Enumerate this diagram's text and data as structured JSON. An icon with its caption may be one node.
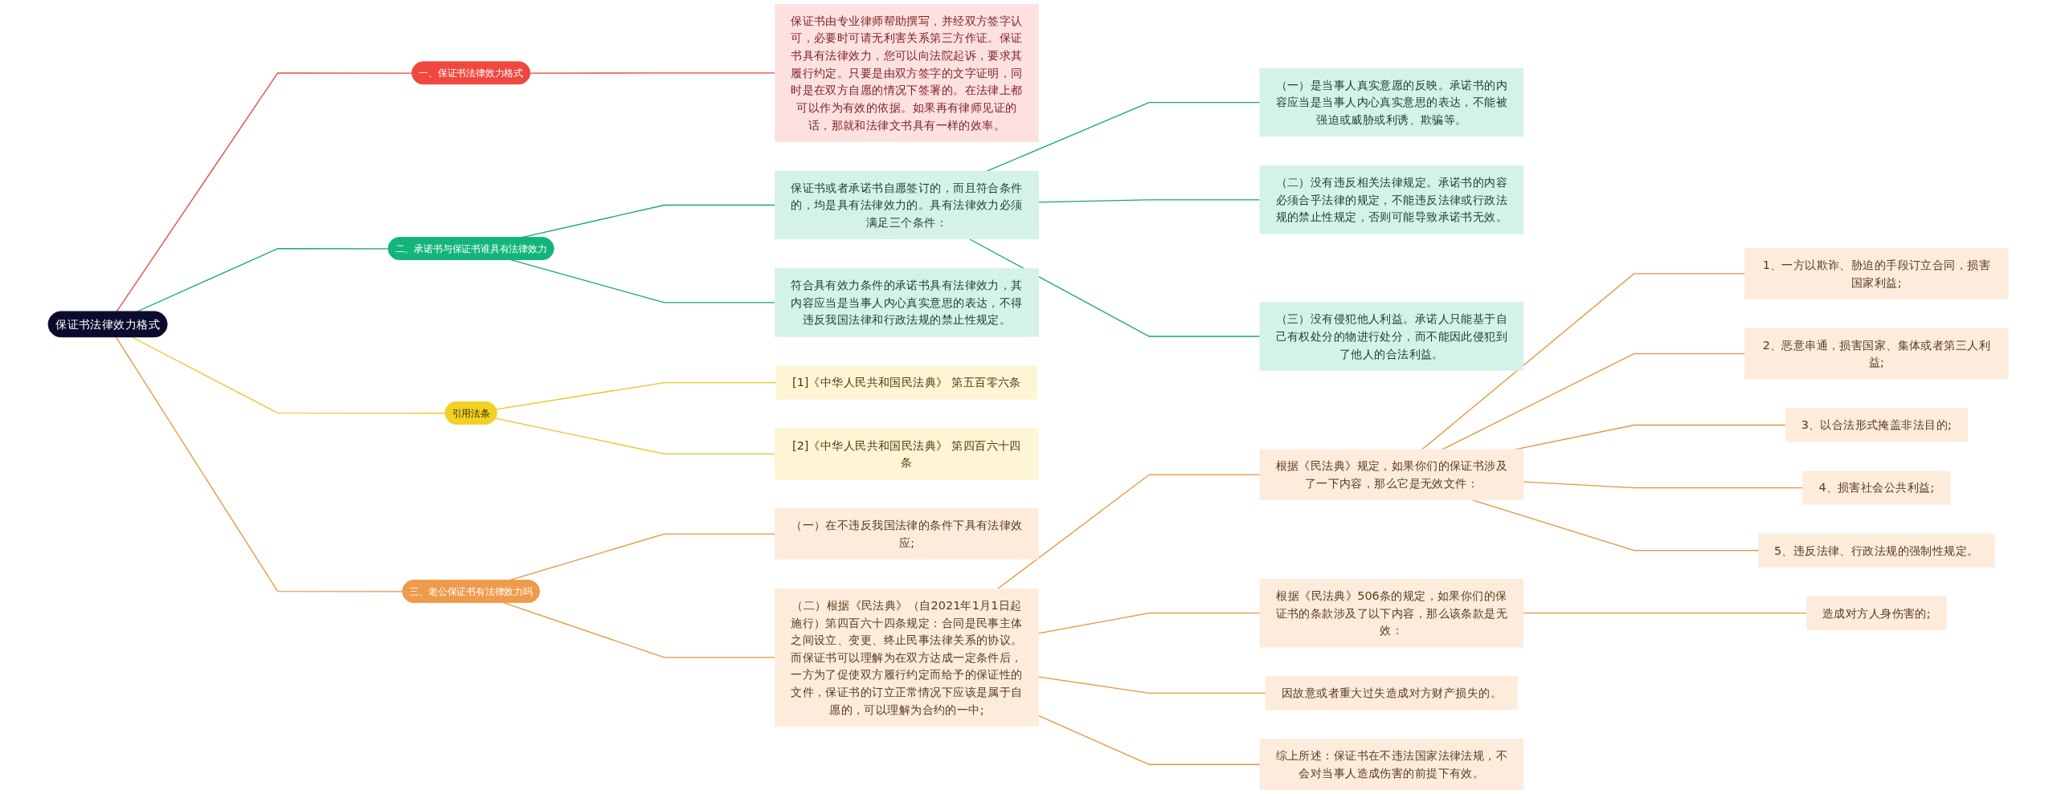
{
  "diagram": {
    "nodes": [
      {
        "text": [
          "保证书法律效力格式"
        ]
      },
      {
        "text": [
          "一、保证书法律效力格式"
        ]
      },
      {
        "text": [
          "保证书由专业律师帮助撰写，并经双方签字认可，必要时可请无利害关系第三方作证。保证书具有法律效力，您可以向法院起诉，要求其履行约定。只要是由双方签字的文字证明，同时是在双方自愿的情况下签署的。在法律上都可以作为有效的依据。如果再有律师见证的话，那就和法律文书具有一样的效率。"
        ]
      },
      {
        "text": [
          "二、承诺书与保证书谁具有法律效力"
        ]
      },
      {
        "text": [
          "保证书或者承诺书自愿签订的，而且符合条件的，均是具有法律效力的。具有法律效力必须满足三个条件："
        ]
      },
      {
        "text": [
          "（一）是当事人真实意愿的反映。承诺书的内容应当是当事人内心真实意思的表达，不能被强迫或威胁或利诱、欺骗等。"
        ]
      },
      {
        "text": [
          "（二）没有违反相关法律规定。承诺书的内容必须合乎法律的规定，不能违反法律或行政法规的禁止性规定，否则可能导致承诺书无效。"
        ]
      },
      {
        "text": [
          "（三）没有侵犯他人利益。承诺人只能基于自己有权处分的物进行处分，而不能因此侵犯到了他人的合法利益。"
        ]
      },
      {
        "text": [
          "符合具有效力条件的承诺书具有法律效力，其内容应当是当事人内心真实意思的表达，不得违反我国法律和行政法规的禁止性规定。"
        ]
      },
      {
        "text": [
          "引用法条"
        ]
      },
      {
        "text": [
          "[1]《中华人民共和国民法典》 第五百零六条"
        ]
      },
      {
        "text": [
          "[2]《中华人民共和国民法典》 第四百六十四条"
        ]
      },
      {
        "text": [
          "三、老公保证书有法律效力吗"
        ]
      },
      {
        "text": [
          "（一）在不违反我国法律的条件下具有法律效应;"
        ]
      },
      {
        "text": [
          "（二）根据《民法典》（自2021年1月1日起施行）第四百六十四条规定：合同是民事主体之间设立、变更、终止民事法律关系的协议。而保证书可以理解为在双方达成一定条件后，一方为了促使双方履行约定而给予的保证性的文件，保证书的订立正常情况下应该是属于自愿的，可以理解为合约的一中;"
        ]
      },
      {
        "text": [
          "根据《民法典》规定，如果你们的保证书涉及了一下内容，那么它是无效文件："
        ]
      },
      {
        "text": [
          "1、一方以欺诈、胁迫的手段订立合同，损害国家利益;"
        ]
      },
      {
        "text": [
          "2、恶意串通，损害国家、集体或者第三人利益;"
        ]
      },
      {
        "text": [
          "3、以合法形式掩盖非法目的;"
        ]
      },
      {
        "text": [
          "4、损害社会公共利益;"
        ]
      },
      {
        "text": [
          "5、违反法律、行政法规的强制性规定。"
        ]
      },
      {
        "text": [
          "根据《民法典》506条的规定，如果你们的保证书的条款涉及了以下内容，那么该条款是无效："
        ]
      },
      {
        "text": [
          "造成对方人身伤害的;"
        ]
      },
      {
        "text": [
          "因故意或者重大过失造成对方财产损失的。"
        ]
      },
      {
        "text": [
          "综上所述：保证书在不违法国家法律法规，不会对当事人造成伤害的前提下有效。"
        ]
      }
    ],
    "edges": [
      {
        "from": 0,
        "to": 1,
        "arrow": "none",
        "color": "#e8453c"
      },
      {
        "from": 1,
        "to": 2,
        "arrow": "none",
        "color": "#e8453c"
      },
      {
        "from": 0,
        "to": 3,
        "arrow": "none",
        "color": "#13a86f"
      },
      {
        "from": 3,
        "to": 4,
        "arrow": "none",
        "color": "#13a86f"
      },
      {
        "from": 4,
        "to": 5,
        "arrow": "none",
        "color": "#13a86f"
      },
      {
        "from": 4,
        "to": 6,
        "arrow": "none",
        "color": "#13a86f"
      },
      {
        "from": 4,
        "to": 7,
        "arrow": "none",
        "color": "#13a86f"
      },
      {
        "from": 3,
        "to": 8,
        "arrow": "none",
        "color": "#13a86f"
      },
      {
        "from": 0,
        "to": 9,
        "arrow": "none",
        "color": "#e6c620"
      },
      {
        "from": 9,
        "to": 10,
        "arrow": "none",
        "color": "#e6c620"
      },
      {
        "from": 9,
        "to": 11,
        "arrow": "none",
        "color": "#e6c620"
      },
      {
        "from": 0,
        "to": 12,
        "arrow": "none"
      },
      {
        "from": 12,
        "to": 13,
        "arrow": "none"
      },
      {
        "from": 12,
        "to": 14,
        "arrow": "none"
      },
      {
        "from": 14,
        "to": 15,
        "arrow": "none"
      },
      {
        "from": 15,
        "to": 16,
        "arrow": "none"
      },
      {
        "from": 15,
        "to": 17,
        "arrow": "none"
      },
      {
        "from": 15,
        "to": 18,
        "arrow": "none"
      },
      {
        "from": 15,
        "to": 19,
        "arrow": "none"
      },
      {
        "from": 15,
        "to": 20,
        "arrow": "none"
      },
      {
        "from": 14,
        "to": 21,
        "arrow": "none"
      },
      {
        "from": 21,
        "to": 22,
        "arrow": "none"
      },
      {
        "from": 14,
        "to": 23,
        "arrow": "none"
      },
      {
        "from": 14,
        "to": 24,
        "arrow": "none"
      }
    ]
  }
}
